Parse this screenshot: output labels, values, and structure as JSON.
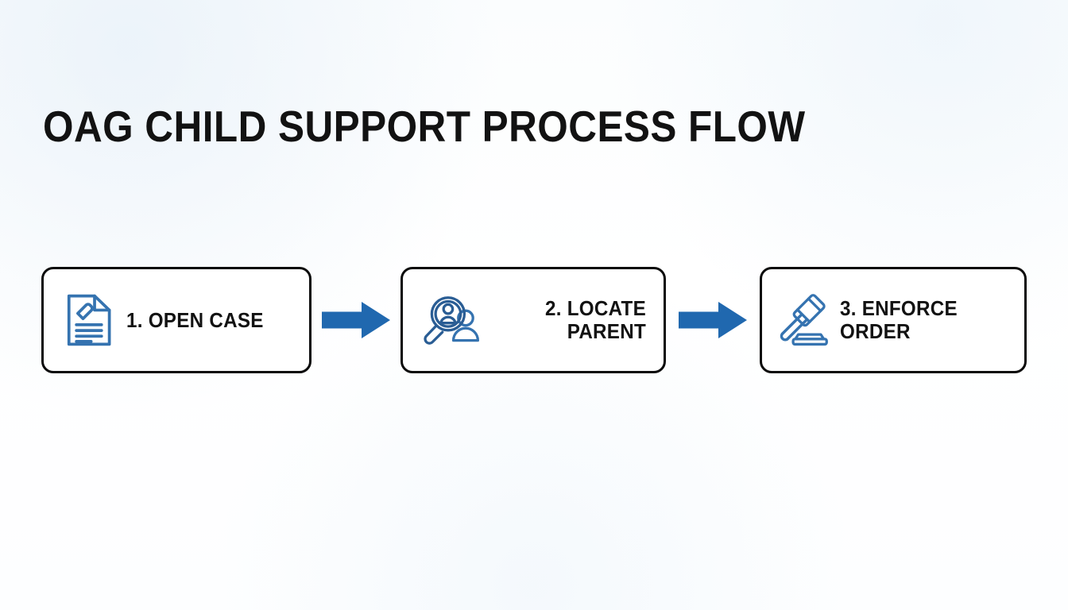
{
  "slide": {
    "background_color": "#fcfdfe",
    "title": "OAG CHILD SUPPORT PROCESS FLOW",
    "title_color": "#121212"
  },
  "theme": {
    "icon_blue": "#3573b0",
    "icon_blue_dark": "#2a5d94",
    "arrow_blue": "#2068af",
    "card_border": "#0a0a0a",
    "card_fill": "#ffffff",
    "text_color": "#121212"
  },
  "flow": {
    "steps": [
      {
        "number": "1.",
        "label": "1. OPEN CASE",
        "label_lines": [
          "1. OPEN CASE"
        ],
        "icon": "document-pencil-icon"
      },
      {
        "number": "2.",
        "label": "2. LOCATE PARENT",
        "label_lines": [
          "2. LOCATE",
          "PARENT"
        ],
        "icon": "magnifier-person-icon"
      },
      {
        "number": "3.",
        "label": "3. ENFORCE ORDER",
        "label_lines": [
          "3. ENFORCE",
          "ORDER"
        ],
        "icon": "gavel-icon"
      }
    ],
    "connectors": [
      {
        "icon": "arrow-right-icon",
        "color": "#2068af"
      },
      {
        "icon": "arrow-right-icon",
        "color": "#2068af"
      }
    ]
  }
}
